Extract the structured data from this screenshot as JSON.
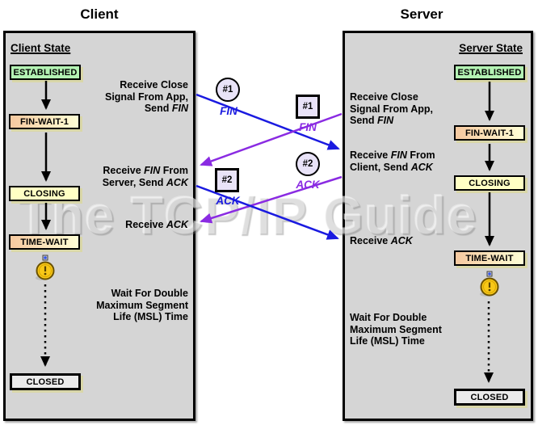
{
  "watermark": "The TCP/IP Guide",
  "client": {
    "title": "Client",
    "heading": "Client State",
    "states": {
      "established": "ESTABLISHED",
      "fin_wait_1": "FIN-WAIT-1",
      "closing": "CLOSING",
      "time_wait": "TIME-WAIT",
      "closed": "CLOSED"
    },
    "annotations": {
      "receive_close": {
        "l1": "Receive Close",
        "l2": "Signal From App,",
        "l3_pre": "Send ",
        "l3_em": "FIN"
      },
      "receive_fin": {
        "l1_pre": "Receive ",
        "l1_em": "FIN",
        "l1_post": " From",
        "l2_pre": "Server, Send ",
        "l2_em": "ACK"
      },
      "receive_ack": {
        "pre": "Receive ",
        "em": "ACK"
      },
      "wait_msl": {
        "l1": "Wait For Double",
        "l2": "Maximum Segment",
        "l3": "Life (MSL) Time"
      }
    }
  },
  "server": {
    "title": "Server",
    "heading": "Server State",
    "states": {
      "established": "ESTABLISHED",
      "fin_wait_1": "FIN-WAIT-1",
      "closing": "CLOSING",
      "time_wait": "TIME-WAIT",
      "closed": "CLOSED"
    },
    "annotations": {
      "receive_close": {
        "l1": "Receive Close",
        "l2": "Signal From App,",
        "l3_pre": "Send ",
        "l3_em": "FIN"
      },
      "receive_fin": {
        "l1_pre": "Receive ",
        "l1_em": "FIN",
        "l1_post": " From",
        "l2_pre": "Client, Send ",
        "l2_em": "ACK"
      },
      "receive_ack": {
        "pre": "Receive ",
        "em": "ACK"
      },
      "wait_msl": {
        "l1": "Wait For Double",
        "l2": "Maximum Segment",
        "l3": "Life (MSL) Time"
      }
    }
  },
  "messages": {
    "client_fin": {
      "badge": "#1",
      "label": "FIN"
    },
    "server_fin": {
      "badge": "#1",
      "label": "FIN"
    },
    "server_ack": {
      "badge": "#2",
      "label": "ACK"
    },
    "client_ack": {
      "badge": "#2",
      "label": "ACK"
    }
  },
  "colors": {
    "client_to_server_arrow": "#1a1ae0",
    "server_to_client_arrow": "#8a2be2",
    "panel_background": "#d5d5d5",
    "established_fill": "#b3f2b3",
    "closing_fill": "#ffffc4",
    "wait_gradient_from": "#f6c9a0",
    "wait_gradient_to": "#ffffd6",
    "closed_fill": "#ebebeb",
    "box_shadow": "#d9d7a8",
    "badge_fill": "#e9e3f8"
  }
}
